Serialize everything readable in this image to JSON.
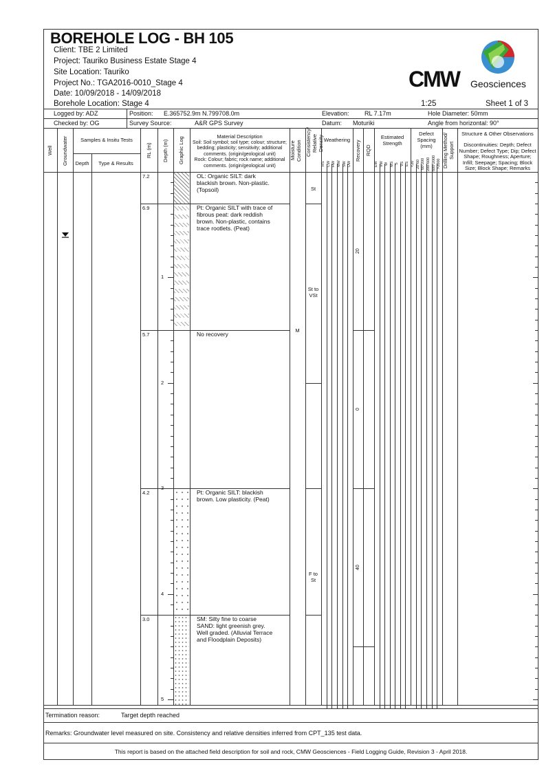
{
  "title": "BOREHOLE LOG - BH 105",
  "client": "Client: TBE 2 Limited",
  "project": "Project: Tauriko Business Estate Stage 4",
  "site": "Site Location: Tauriko",
  "project_no": "Project No.: TGA2016-0010_Stage 4",
  "date": "Date: 10/09/2018 - 14/09/2018",
  "borehole_location": "Borehole Location: Stage 4",
  "scale": "1:25",
  "sheet": "Sheet 1 of 3",
  "logo": {
    "brand": "CMW",
    "sub": "Geosciences"
  },
  "info": {
    "logged_by": "Logged by: ADZ",
    "position_label": "Position:",
    "position": "E.365752.9m  N.799708.0m",
    "elevation_label": "Elevation:",
    "elevation": "RL 7.17m",
    "hole_diameter": "Hole Diameter: 50mm",
    "checked_by": "Checked by: OG",
    "survey_label": "Survey Source:",
    "survey": "A&R GPS Survey",
    "datum_label": "Datum:",
    "datum": "Moturiki",
    "angle": "Angle from horizontal: 90°"
  },
  "headers": {
    "well": "Well",
    "groundwater": "Groundwater",
    "samples": "Samples & Insitu Tests",
    "depth": "Depth",
    "type": "Type & Results",
    "rl": "RL (m)",
    "depth_m": "Depth (m)",
    "graphic": "Graphic Log",
    "material": [
      "Material Description",
      "Soil: Soil symbol; soil type; colour; structure;",
      "bedding; plasticity; sensitivity; additional",
      "comments. (origin/geological unit)",
      "Rock: Colour; fabric; rock name; additional",
      "comments. (origin/geological unit)"
    ],
    "moisture": "Moisture Condition",
    "consistency": "Consistency/ Relative Density",
    "weathering": "Weathering",
    "weathering_cols": [
      "RS",
      "CW",
      "HW",
      "MW",
      "SW",
      "UW"
    ],
    "recovery": "Recovery",
    "rqd": "RQD",
    "strength": "Estimated Strength",
    "strength_cols": [
      "EW",
      "VW",
      "W",
      "MS",
      "S",
      "VS",
      "ES"
    ],
    "defect": "Defect Spacing (mm)",
    "defect_cols": [
      "<20",
      "20-60",
      "60-200",
      "200-600",
      "600-2000",
      ">2000"
    ],
    "drilling": "Drilling Method/ Support",
    "structure_title": "Structure & Other Observations",
    "structure_text": "Discontinuities: Depth; Defect Number; Defect Type; Dip; Defect Shape; Roughness; Aperture; Infill; Seepage; Spacing; Block Size; Block Shape; Remarks"
  },
  "depth_ticks": [
    "1",
    "2",
    "3",
    "4",
    "5"
  ],
  "groundwater_depth_m": 0.57,
  "layers": [
    {
      "from": 0,
      "to": 0.3,
      "rl": "7.2",
      "pattern": "topsoil",
      "desc": "OL: Organic SILT: dark blackish brown. Non-plastic. (Topsoil)"
    },
    {
      "from": 0.3,
      "to": 1.5,
      "rl": "6.9",
      "pattern": "peat",
      "desc": "Pt: Organic SILT with trace of fibrous peat: dark reddish brown. Non-plastic, contains trace rootlets. (Peat)"
    },
    {
      "from": 1.5,
      "to": 3.0,
      "rl": "5.7",
      "pattern": "none",
      "desc": "No recovery"
    },
    {
      "from": 3.0,
      "to": 4.2,
      "rl": "4.2",
      "pattern": "silt",
      "desc": "Pt: Organic SILT: blackish brown. Low plasticity. (Peat)"
    },
    {
      "from": 4.2,
      "to": 5.05,
      "rl": "3.0",
      "pattern": "sand",
      "desc": "SM: Silty fine to coarse SAND: light greenish grey. Well graded. (Alluvial Terrace and Floodplain Deposits)"
    }
  ],
  "moisture": [
    {
      "from": 0,
      "to": 5.05,
      "text": "M",
      "at": 1.5
    }
  ],
  "consistency": [
    {
      "from": 0,
      "to": 0.3,
      "text": "St"
    },
    {
      "from": 0.3,
      "to": 2.0,
      "text": "St to VSt"
    },
    {
      "from": 2.0,
      "to": 3.0,
      "text": ""
    },
    {
      "from": 3.0,
      "to": 4.2,
      "text": "F to St"
    },
    {
      "from": 4.2,
      "to": 5.05,
      "text": ""
    }
  ],
  "recovery": [
    {
      "from": 0,
      "to": 1.5,
      "text": "20"
    },
    {
      "from": 1.5,
      "to": 3.0,
      "text": "0"
    },
    {
      "from": 3.0,
      "to": 4.5,
      "text": "40"
    },
    {
      "from": 4.5,
      "to": 5.05,
      "text": ""
    }
  ],
  "termination_label": "Termination reason:",
  "termination": "Target depth reached",
  "remarks": "Remarks: Groundwater level measured on site. Consistency and relative densities inferred from CPT_135 test data.",
  "footer": "This report is based on the attached field description for soil and rock, CMW Geosciences - Field Logging Guide, Revision 3 - April 2018."
}
